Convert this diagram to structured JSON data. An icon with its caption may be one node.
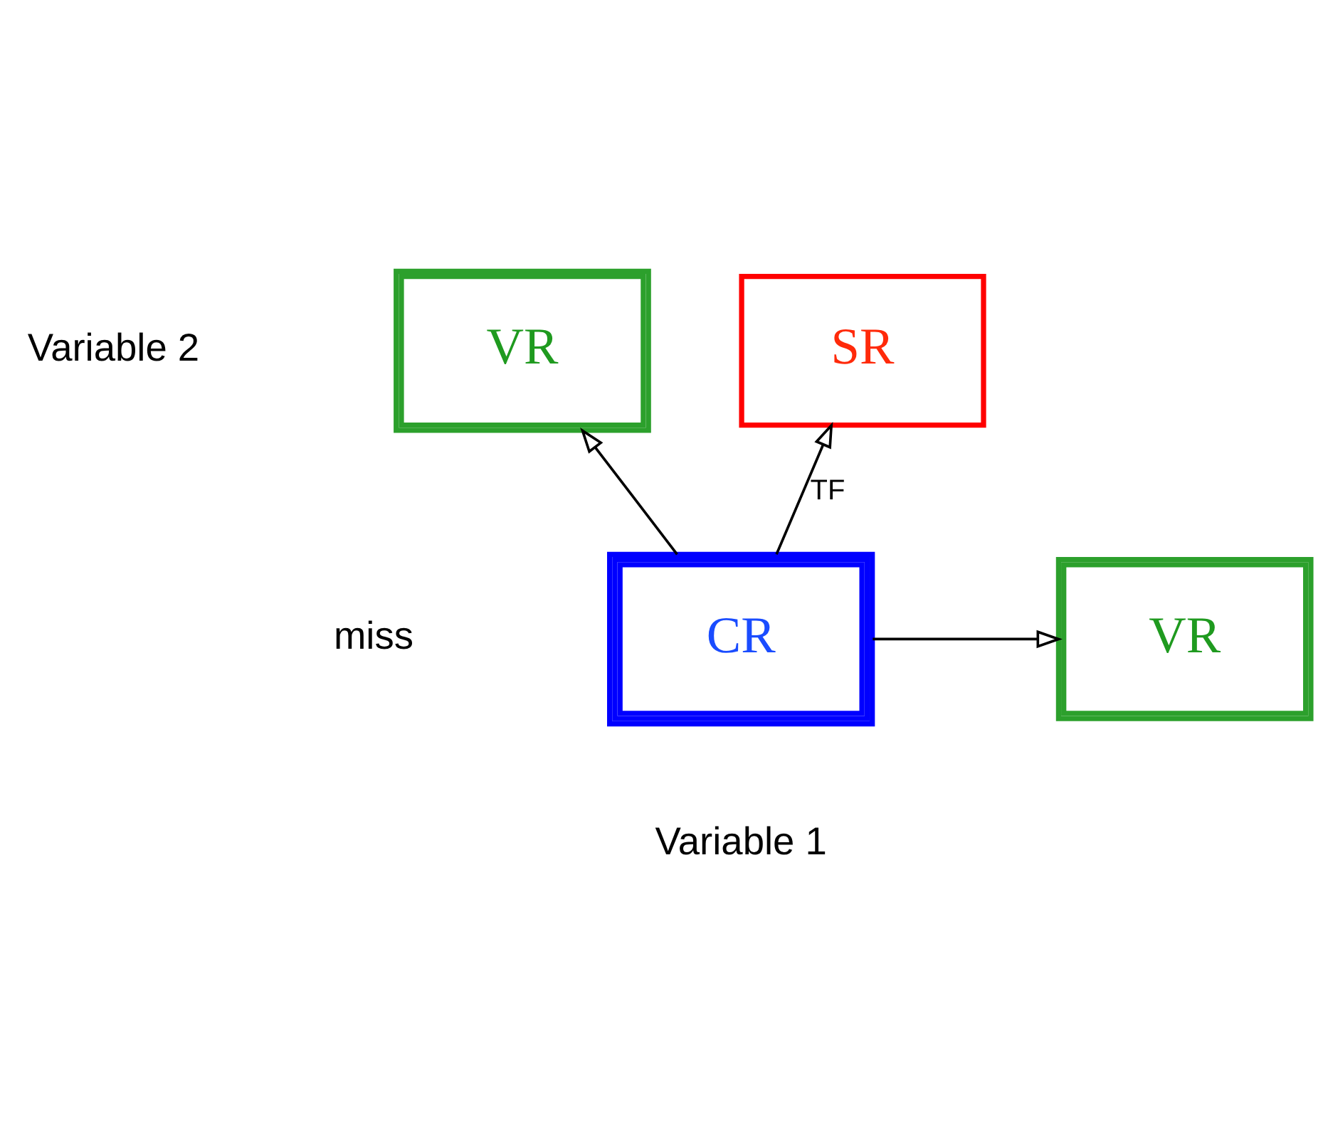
{
  "diagram": {
    "nodes": [
      {
        "text": [
          "CR"
        ]
      },
      {
        "text": [
          "VR"
        ]
      },
      {
        "text": [
          "SR"
        ]
      },
      {
        "text": [
          "VR"
        ]
      }
    ],
    "edges": [
      {
        "from": 0,
        "to": 1,
        "arrow": "to"
      },
      {
        "from": 0,
        "to": 2,
        "arrow": "to",
        "label": "TF"
      },
      {
        "from": 0,
        "to": 3,
        "arrow": "to"
      }
    ],
    "labels": [
      "Variable 2",
      "miss",
      "Variable 1"
    ]
  }
}
